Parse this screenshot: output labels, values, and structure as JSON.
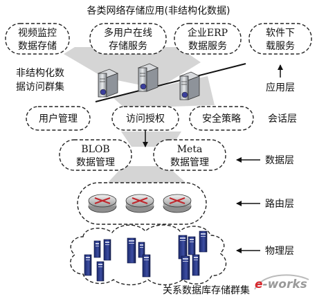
{
  "title": "各类网络存储应用(非结构化数据)",
  "app_services": [
    {
      "line1": "视频监控",
      "line2": "数据存储"
    },
    {
      "line1": "多用户在线",
      "line2": "存储服务"
    },
    {
      "line1": "企业ERP",
      "line2": "数据服务"
    },
    {
      "line1": "软件下",
      "line2": "载服务"
    }
  ],
  "access_cluster": {
    "line1": "非结构化数",
    "line2": "据访问群集"
  },
  "session_items": [
    "用户管理",
    "访问授权",
    "安全策略"
  ],
  "data_items": [
    {
      "line1": "BLOB",
      "line2": "数据管理"
    },
    {
      "line1": "Meta",
      "line2": "数据管理"
    }
  ],
  "layers": {
    "application": "应用层",
    "session": "会话层",
    "data": "数据层",
    "routing": "路由层",
    "physical": "物理层"
  },
  "db_cluster": "关系数据库存储群集",
  "watermark": "e-works",
  "colors": {
    "band": "#d5d5d5",
    "stroke": "#222222",
    "watermark_red": "#d8262c",
    "watermark_grey": "#9a9a9a"
  }
}
